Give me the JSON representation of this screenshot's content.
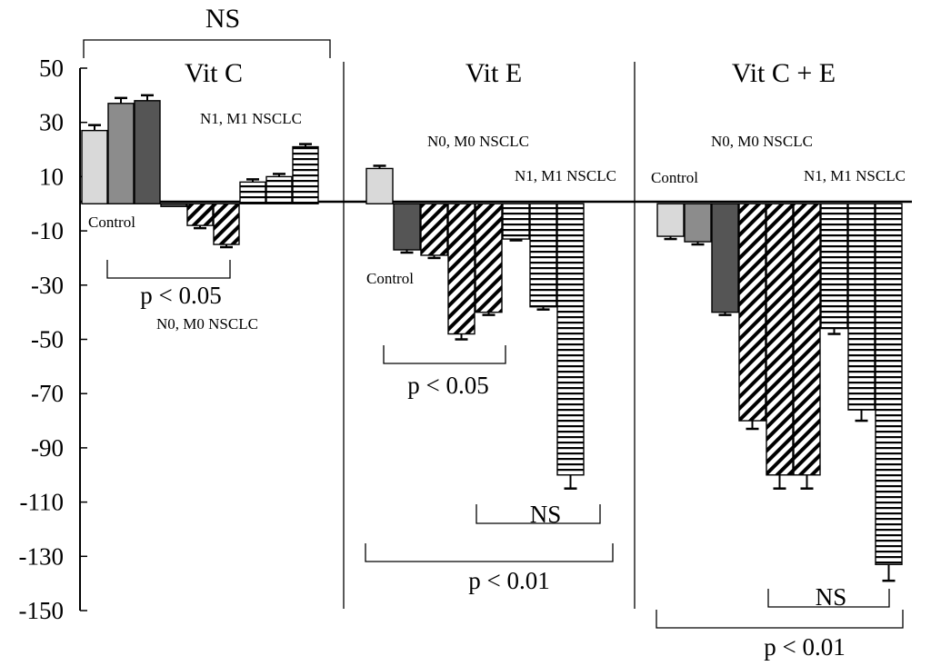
{
  "chart_data": {
    "type": "bar",
    "title": "",
    "xlabel": "",
    "ylabel": "",
    "ylim": [
      -150,
      50
    ],
    "yticks": [
      50,
      30,
      10,
      -10,
      -30,
      -50,
      -70,
      -90,
      -110,
      -130,
      -150
    ],
    "grid": false,
    "colors": {
      "light": "#d9d9d9",
      "medium": "#8c8c8c",
      "dark": "#555555",
      "line": "#000000"
    },
    "panels": [
      {
        "title": "Vit C",
        "bars": [
          {
            "value": 27,
            "err": 2,
            "fill": "light"
          },
          {
            "value": 37,
            "err": 2,
            "fill": "medium"
          },
          {
            "value": 38,
            "err": 2,
            "fill": "dark"
          },
          {
            "value": -1,
            "err": 0,
            "fill": "dark"
          },
          {
            "value": -8,
            "err": 1,
            "fill": "diag"
          },
          {
            "value": -15,
            "err": 1,
            "fill": "diag"
          },
          {
            "value": 8,
            "err": 1,
            "fill": "horiz"
          },
          {
            "value": 10,
            "err": 1,
            "fill": "horiz"
          },
          {
            "value": 21,
            "err": 1,
            "fill": "horiz"
          }
        ],
        "labels": [
          "Control",
          "N1, M1 NSCLC",
          "N0, M0 NSCLC"
        ],
        "annotations": [
          "p < 0.05"
        ]
      },
      {
        "title": "Vit E",
        "bars": [
          {
            "value": 13,
            "err": 1,
            "fill": "light"
          },
          {
            "value": -17,
            "err": 1,
            "fill": "dark"
          },
          {
            "value": -19,
            "err": 1,
            "fill": "diag"
          },
          {
            "value": -48,
            "err": 2,
            "fill": "diag"
          },
          {
            "value": -40,
            "err": 1,
            "fill": "diag"
          },
          {
            "value": -13,
            "err": 0.5,
            "fill": "horiz"
          },
          {
            "value": -38,
            "err": 1,
            "fill": "horiz"
          },
          {
            "value": -100,
            "err": 5,
            "fill": "horiz"
          }
        ],
        "labels": [
          "N0, M0 NSCLC",
          "N1, M1 NSCLC",
          "Control"
        ],
        "annotations": [
          "p < 0.05",
          "NS",
          "p < 0.01"
        ]
      },
      {
        "title": "Vit C + E",
        "bars": [
          {
            "value": -12,
            "err": 1,
            "fill": "light"
          },
          {
            "value": -14,
            "err": 1,
            "fill": "medium"
          },
          {
            "value": -40,
            "err": 1,
            "fill": "dark"
          },
          {
            "value": -80,
            "err": 3,
            "fill": "diag"
          },
          {
            "value": -100,
            "err": 5,
            "fill": "diag"
          },
          {
            "value": -100,
            "err": 5,
            "fill": "diag"
          },
          {
            "value": -46,
            "err": 2,
            "fill": "horiz"
          },
          {
            "value": -76,
            "err": 4,
            "fill": "horiz"
          },
          {
            "value": -133,
            "err": 6,
            "fill": "horiz"
          }
        ],
        "labels": [
          "Control",
          "N0, M0 NSCLC",
          "N1, M1 NSCLC"
        ],
        "annotations": [
          "NS",
          "p < 0.01"
        ]
      }
    ],
    "top_annotation": "NS"
  }
}
